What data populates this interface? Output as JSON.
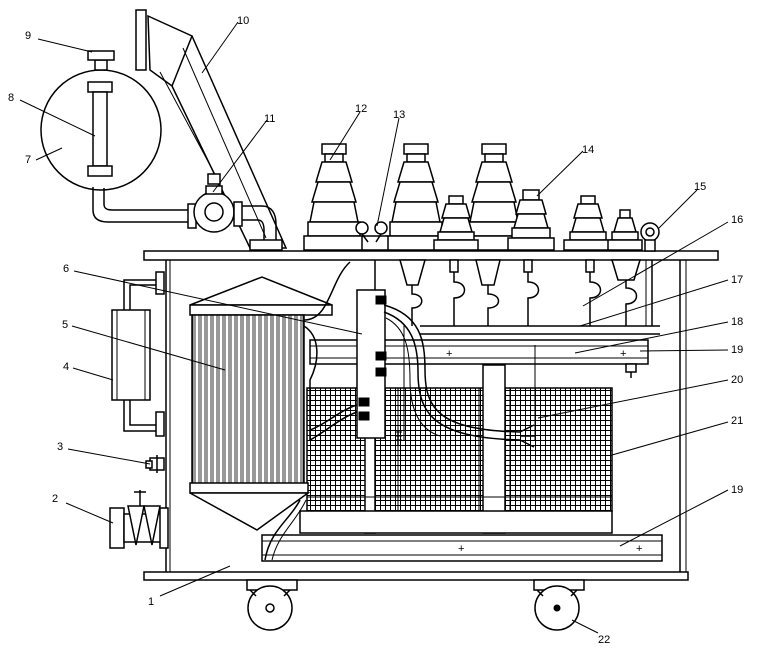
{
  "callouts": [
    "1",
    "2",
    "3",
    "4",
    "5",
    "6",
    "7",
    "8",
    "9",
    "10",
    "11",
    "12",
    "13",
    "14",
    "15",
    "16",
    "17",
    "18",
    "19",
    "19",
    "20",
    "21",
    "22"
  ],
  "colors": {
    "line": "#000000",
    "background": "#ffffff"
  }
}
